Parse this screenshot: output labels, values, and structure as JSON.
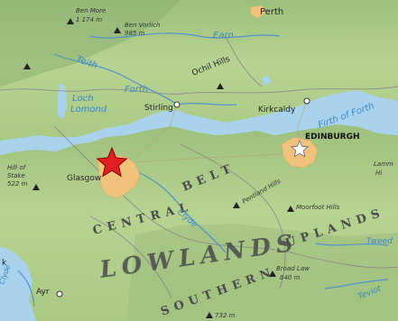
{
  "labels": {
    "perth": "Perth",
    "ben_more": "Ben More",
    "ben_more_elev": "1 174 m",
    "ben_vorlich": "Ben Vorlich",
    "ben_vorlich_elev": "985 m",
    "earn": "Earn",
    "teith": "Teith",
    "forth_river": "Forth",
    "ochil_hills": "Ochil Hills",
    "loch": "Loch",
    "lomond": "Lomond",
    "stirling": "Stirling",
    "kirkcaldy": "Kirkcaldy",
    "firth_of_forth": "Firth of Forth",
    "edinburgh": "EDINBURGH",
    "glasgow": "Glasgow",
    "hill_of_stake_1": "Hill of",
    "hill_of_stake_2": "Stake",
    "hill_of_stake_elev": "522 m",
    "central": "CENTRAL",
    "belt": "BELT",
    "pentland_hills": "Pentland Hills",
    "moorfoot_hills": "Moorfoot Hills",
    "lammer_1": "Lamm",
    "lammer_2": "Hi",
    "clyde_river": "Clyde",
    "lowlands": "LOWLANDS",
    "southern": "SOUTHERN",
    "uplands": "UPLANDS",
    "tweed": "Tweed",
    "broad_law": "Broad Law",
    "broad_law_elev": "840 m",
    "ayr": "Ayr",
    "teviot": "Teviot",
    "bottom_elev": "732 m",
    "clyde_firth": "Clyde",
    "edge_k": "k"
  },
  "colors": {
    "sea": "#a9d3ec",
    "land": "#aecd8c",
    "lowland": "#c2d79b",
    "urban": "#f0c27b",
    "border": "#8a7f8e",
    "river": "#4f92cc",
    "marker": "#e02020"
  },
  "markers": [
    {
      "name": "Glasgow",
      "symbol": "red-star"
    },
    {
      "name": "Edinburgh",
      "symbol": "white-star"
    }
  ]
}
